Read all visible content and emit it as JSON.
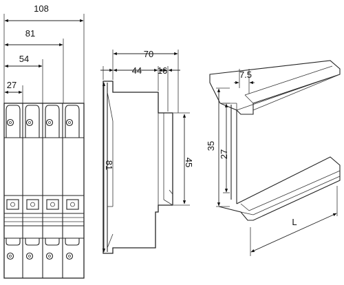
{
  "front_view": {
    "dims": {
      "overall_width": "108",
      "width_3": "81",
      "width_2": "54",
      "width_1": "27"
    }
  },
  "side_view": {
    "dims": {
      "overall_depth": "70",
      "depth_front": "44",
      "depth_rail": "16",
      "height": "81",
      "height_front": "45"
    }
  },
  "rail_view": {
    "dims": {
      "flange": "7.5",
      "height_outer": "35",
      "height_inner": "27",
      "length": "L"
    }
  }
}
